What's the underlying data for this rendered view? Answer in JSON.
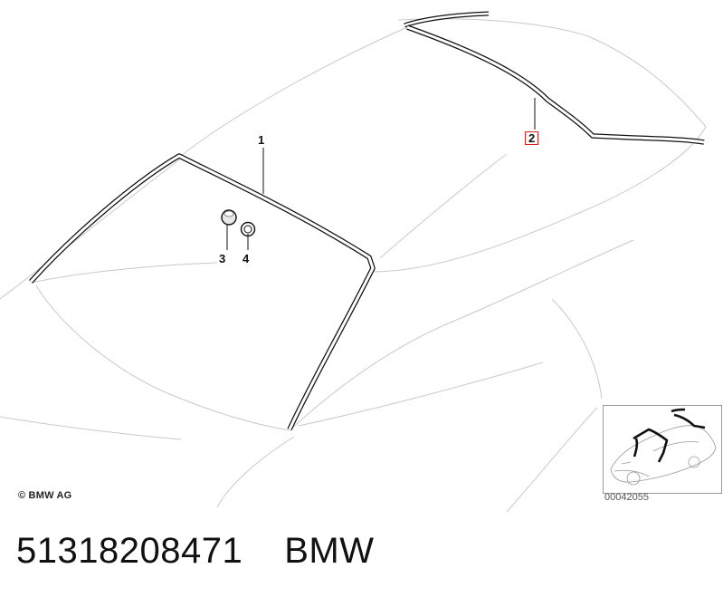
{
  "callouts": {
    "part1": "1",
    "part2": "2",
    "part3": "3",
    "part4": "4"
  },
  "copyright": "© BMW AG",
  "thumbnail": {
    "code": "00042055",
    "icon": "car-overview-thumbnail"
  },
  "footer": {
    "part_number": "51318208471",
    "brand": "BMW"
  },
  "colors": {
    "line": "#111111",
    "outline": "#c8c8c8",
    "highlight": "#e02020"
  }
}
